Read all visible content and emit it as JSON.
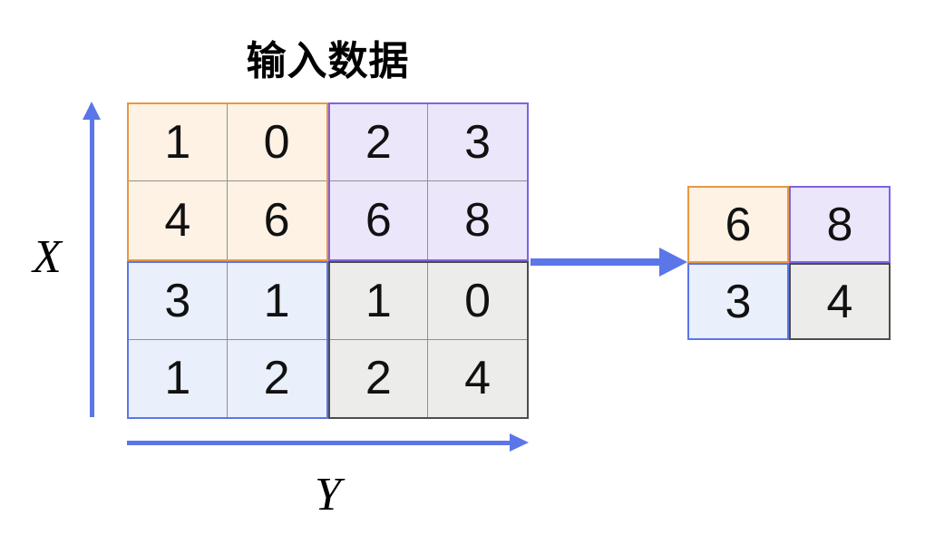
{
  "title": "输入数据",
  "axis": {
    "x_label": "X",
    "y_label": "Y"
  },
  "colors": {
    "arrow_blue": "#5B76E8",
    "orange_border": "#E8973F",
    "orange_fill": "#FDF2E4",
    "purple_border": "#7D63E0",
    "purple_fill": "#ECE6FB",
    "blue_border": "#5B76E8",
    "blue_fill": "#E9EFFB",
    "gray_border": "#4D4D4D",
    "gray_fill": "#ECECEA",
    "inner_grid_line": "#909090"
  },
  "input_grid": {
    "rows": 4,
    "cols": 4,
    "quadrants": {
      "top_left": {
        "color": "orange",
        "values": [
          "1",
          "0",
          "4",
          "6"
        ]
      },
      "top_right": {
        "color": "purple",
        "values": [
          "2",
          "3",
          "6",
          "8"
        ]
      },
      "bottom_left": {
        "color": "blue",
        "values": [
          "3",
          "1",
          "1",
          "2"
        ]
      },
      "bottom_right": {
        "color": "gray",
        "values": [
          "1",
          "0",
          "2",
          "4"
        ]
      }
    }
  },
  "output_grid": {
    "rows": 2,
    "cols": 2,
    "cells": {
      "top_left": "6",
      "top_right": "8",
      "bottom_left": "3",
      "bottom_right": "4"
    }
  }
}
